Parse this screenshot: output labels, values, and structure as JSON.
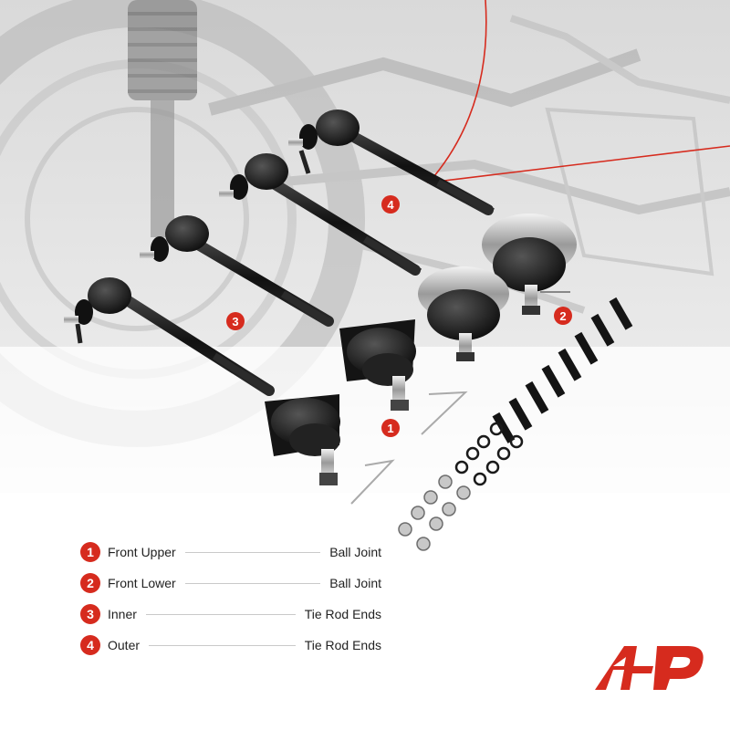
{
  "callouts": {
    "c1": "1",
    "c2": "2",
    "c3": "3",
    "c4": "4"
  },
  "legend": [
    {
      "number": "1",
      "name": "Front Upper",
      "type": "Ball Joint"
    },
    {
      "number": "2",
      "name": "Front Lower",
      "type": "Ball Joint"
    },
    {
      "number": "3",
      "name": "Inner",
      "type": "Tie Rod Ends"
    },
    {
      "number": "4",
      "name": "Outer",
      "type": "Tie Rod Ends"
    }
  ],
  "colors": {
    "accent": "#d62b1e",
    "part_black": "#1a1a1a",
    "background": "#ffffff"
  },
  "icons": {
    "logo": "a-premium-logo"
  }
}
